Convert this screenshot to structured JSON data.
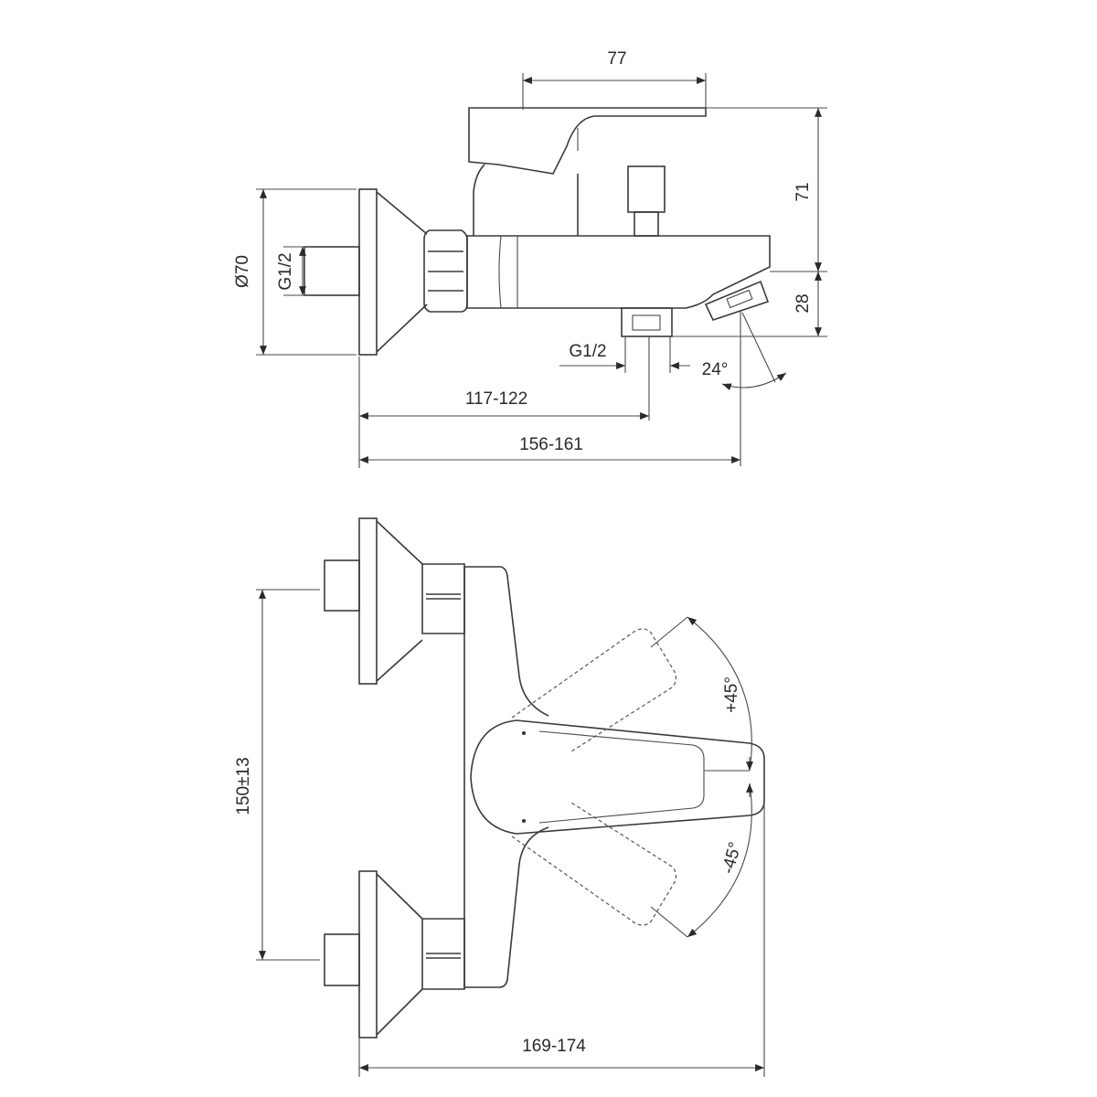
{
  "drawing": {
    "side_view": {
      "handle_length": "77",
      "height_above_body": "71",
      "spout_drop": "28",
      "flange_diameter": "Ø70",
      "inlet_thread": "G1/2",
      "outlet_thread": "G1/2",
      "spout_angle": "24°",
      "outlet_distance": "117-122",
      "spout_distance": "156-161"
    },
    "top_view": {
      "inlet_spacing": "150±13",
      "overall_depth": "169-174",
      "rotation_plus": "+45°",
      "rotation_minus": "-45°"
    },
    "colors": {
      "line": "#3a3a3a",
      "background": "#ffffff"
    }
  }
}
